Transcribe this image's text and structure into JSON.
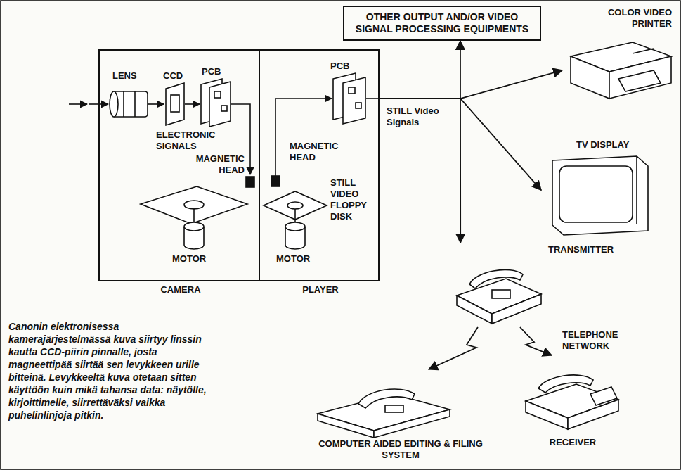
{
  "diagram": {
    "caption": "Canonin elektronisessa kamerajärjestelmässä kuva siirtyy linssin kautta CCD-piirin pinnalle, josta magneettipää siirtää sen levykkeen urille bitteinä. Levykkeeltä kuva otetaan sitten käyttöön kuin mikä tahansa data: näytölle, kirjoittimelle, siirrettäväksi vaikka puhelinlinjoja pitkin.",
    "nodes": [
      {
        "text": [
          "CAMERA"
        ]
      },
      {
        "text": [
          "PLAYER"
        ]
      },
      {
        "text": [
          "OTHER OUTPUT AND/OR VIDEO SIGNAL PROCESSING EQUIPMENTS"
        ]
      },
      {
        "text": [
          "COLOR VIDEO PRINTER"
        ]
      },
      {
        "text": [
          "TV DISPLAY"
        ]
      },
      {
        "text": [
          "TRANSMITTER"
        ]
      },
      {
        "text": [
          "RECEIVER"
        ]
      },
      {
        "text": [
          "COMPUTER AIDED EDITING & FILING SYSTEM"
        ]
      }
    ],
    "edges": [
      {
        "from": 1,
        "to": 2,
        "arrow": "to"
      },
      {
        "from": 1,
        "to": 3,
        "arrow": "to"
      },
      {
        "from": 1,
        "to": 4,
        "arrow": "to"
      },
      {
        "from": 1,
        "to": 5,
        "arrow": "to"
      },
      {
        "from": 5,
        "to": 7,
        "arrow": "to"
      },
      {
        "from": 5,
        "to": 6,
        "arrow": "to"
      }
    ],
    "labels": [
      "LENS",
      "CCD",
      "PCB",
      "ELECTRONIC SIGNALS",
      "MAGNETIC HEAD",
      "MOTOR",
      "PCB",
      "MAGNETIC HEAD",
      "STILL VIDEO FLOPPY DISK",
      "MOTOR",
      "STILL Video Signals",
      "TELEPHONE NETWORK"
    ]
  }
}
